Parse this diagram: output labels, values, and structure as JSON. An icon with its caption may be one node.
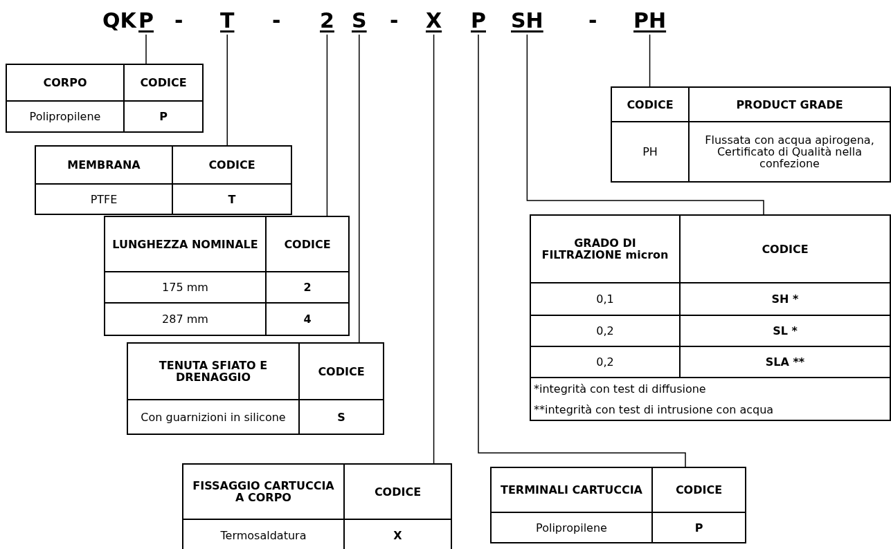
{
  "diagram": {
    "nodes": [
      {
        "text": [
          "P"
        ]
      },
      {
        "text": [
          "T"
        ]
      },
      {
        "text": [
          "2"
        ]
      },
      {
        "text": [
          "S"
        ]
      },
      {
        "text": [
          "X"
        ]
      },
      {
        "text": [
          "P"
        ]
      },
      {
        "text": [
          "SH"
        ]
      },
      {
        "text": [
          "PH"
        ]
      },
      {
        "text": [
          "CORPO",
          "CODICE",
          "Polipropilene",
          "P"
        ]
      },
      {
        "text": [
          "MEMBRANA",
          "CODICE",
          "PTFE",
          "T"
        ]
      },
      {
        "text": [
          "LUNGHEZZA NOMINALE",
          "CODICE",
          "175 mm",
          "2",
          "287 mm",
          "4"
        ]
      },
      {
        "text": [
          "TENUTA SFIATO E DRENAGGIO",
          "CODICE",
          "Con guarnizioni in silicone",
          "S"
        ]
      },
      {
        "text": [
          "FISSAGGIO CARTUCCIA A CORPO",
          "CODICE",
          "Termosaldatura",
          "X"
        ]
      },
      {
        "text": [
          "TERMINALI CARTUCCIA",
          "CODICE",
          "Polipropilene",
          "P"
        ]
      },
      {
        "text": [
          "GRADO DI FILTRAZIONE micron",
          "CODICE",
          "0,1",
          "SH *",
          "0,2",
          "SL *",
          "0,2",
          "SLA **",
          "*integrità con test di diffusione",
          "**integrità con test di intrusione con acqua"
        ]
      },
      {
        "text": [
          "CODICE",
          "PRODUCT GRADE",
          "PH",
          "Flussata con acqua apirogena, Certificato di Qualità nella confezione"
        ]
      }
    ],
    "edges": [
      {
        "from": 0,
        "to": 8,
        "arrow": "none"
      },
      {
        "from": 1,
        "to": 9,
        "arrow": "none"
      },
      {
        "from": 2,
        "to": 10,
        "arrow": "none"
      },
      {
        "from": 3,
        "to": 11,
        "arrow": "none"
      },
      {
        "from": 4,
        "to": 12,
        "arrow": "none"
      },
      {
        "from": 5,
        "to": 13,
        "arrow": "none"
      },
      {
        "from": 6,
        "to": 14,
        "arrow": "none"
      },
      {
        "from": 7,
        "to": 15,
        "arrow": "none"
      }
    ],
    "labels": [
      "QK",
      "-",
      "-",
      "-",
      "-"
    ]
  }
}
